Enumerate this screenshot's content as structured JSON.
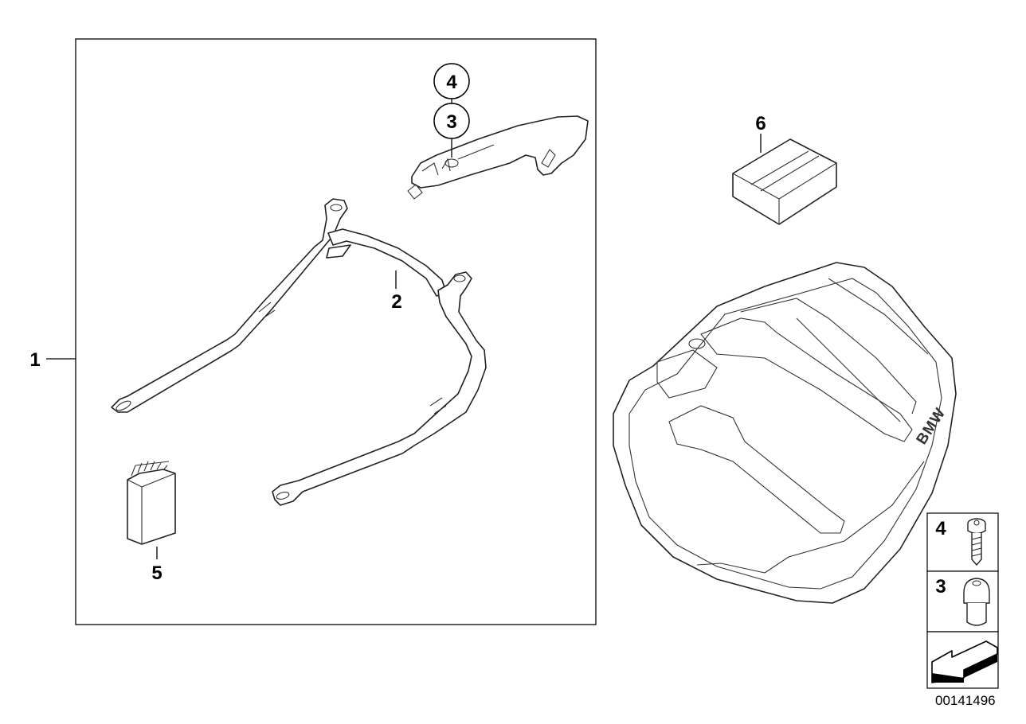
{
  "callouts": {
    "c1": "1",
    "c2": "2",
    "c3": "3",
    "c4": "4",
    "c5": "5",
    "c6": "6"
  },
  "legend": {
    "items": [
      {
        "label": "4",
        "icon": "torx-screw-icon"
      },
      {
        "label": "3",
        "icon": "cap-nut-icon"
      }
    ],
    "arrow_icon": "direction-arrow-icon"
  },
  "case_brand": "BMW",
  "diagram_number": "00141496"
}
